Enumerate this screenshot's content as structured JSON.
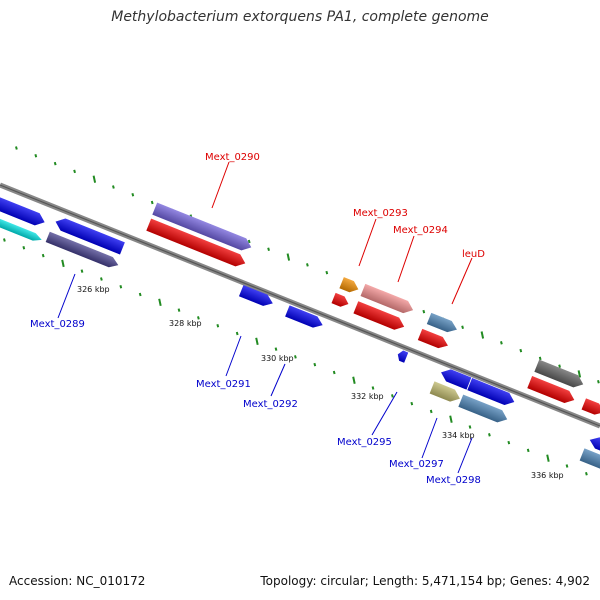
{
  "title": "Methylobacterium extorquens PA1, complete genome",
  "accession": "Accession: NC_010172",
  "topology": "Topology: circular; Length: 5,471,154 bp; Genes: 4,902",
  "kbp_labels": [
    "326 kbp",
    "328 kbp",
    "330 kbp",
    "332 kbp",
    "334 kbp",
    "336 kbp"
  ],
  "gene_labels": [
    {
      "name": "Mext_0290",
      "color": "#dd0000"
    },
    {
      "name": "Mext_0293",
      "color": "#dd0000"
    },
    {
      "name": "Mext_0294",
      "color": "#dd0000"
    },
    {
      "name": "leuD",
      "color": "#dd0000"
    },
    {
      "name": "Mext_0289",
      "color": "#0000cc"
    },
    {
      "name": "Mext_0291",
      "color": "#0000cc"
    },
    {
      "name": "Mext_0292",
      "color": "#0000cc"
    },
    {
      "name": "Mext_0295",
      "color": "#0000cc"
    },
    {
      "name": "Mext_0297",
      "color": "#0000cc"
    },
    {
      "name": "Mext_0298",
      "color": "#0000cc"
    }
  ],
  "colors": {
    "red": "#ee0000",
    "blue": "#0000ee",
    "purple": "#7060d8",
    "darkslate": "#46408c",
    "cyan": "#00e0e0",
    "orange": "#f08c00",
    "pink": "#f08c8c",
    "steelblue": "#4a82b4",
    "grey": "#606060",
    "khaki": "#bdb76b",
    "tick": "#228b22"
  }
}
